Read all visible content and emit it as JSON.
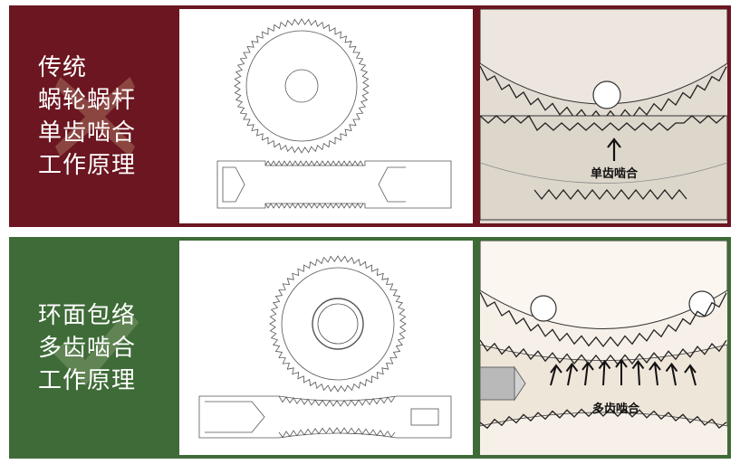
{
  "top_panel": {
    "title_lines": [
      "传统",
      "蜗轮蜗杆",
      "单齿啮合",
      "工作原理"
    ],
    "zoom_label": "单齿啮合",
    "color": "#6b1620"
  },
  "bottom_panel": {
    "title_lines": [
      "环面包络",
      "多齿啮合",
      "工作原理"
    ],
    "zoom_label": "多齿啮合",
    "color": "#3e6b37"
  }
}
